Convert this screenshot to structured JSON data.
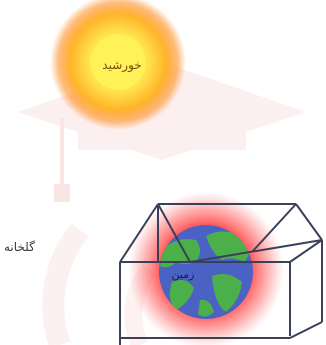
{
  "labels": {
    "sun": "خورشید",
    "greenhouse": "گلخانه",
    "earth": "زمین"
  },
  "colors": {
    "sun_core": "#fff35a",
    "sun_glow": "#ff8a1c",
    "earth_glow": "#ff2b2b",
    "land": "#4bb04a",
    "ocean": "#4a62c4",
    "box_lines": "#3a3f5a",
    "watermark": "#fbe6e6"
  }
}
